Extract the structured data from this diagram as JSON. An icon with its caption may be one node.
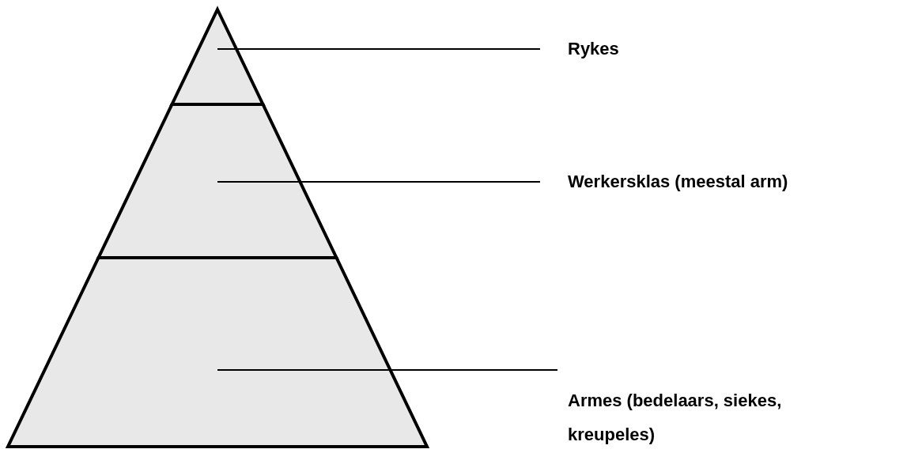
{
  "diagram": {
    "nodes": [
      {
        "text": [],
        "shape": "triangle"
      },
      {
        "text": [
          "Rykes"
        ]
      },
      {
        "text": [],
        "shape": "trapezoid"
      },
      {
        "text": [
          "Werkersklas (meestal arm)"
        ]
      },
      {
        "text": [],
        "shape": "trapezoid"
      },
      {
        "text": [
          "Armes (bedelaars, siekes, kreupeles)"
        ]
      }
    ],
    "edges": [
      {
        "from": 1,
        "to": 0,
        "arrow": "none"
      },
      {
        "from": 3,
        "to": 2,
        "arrow": "none"
      },
      {
        "from": 5,
        "to": 4,
        "arrow": "none"
      }
    ]
  }
}
